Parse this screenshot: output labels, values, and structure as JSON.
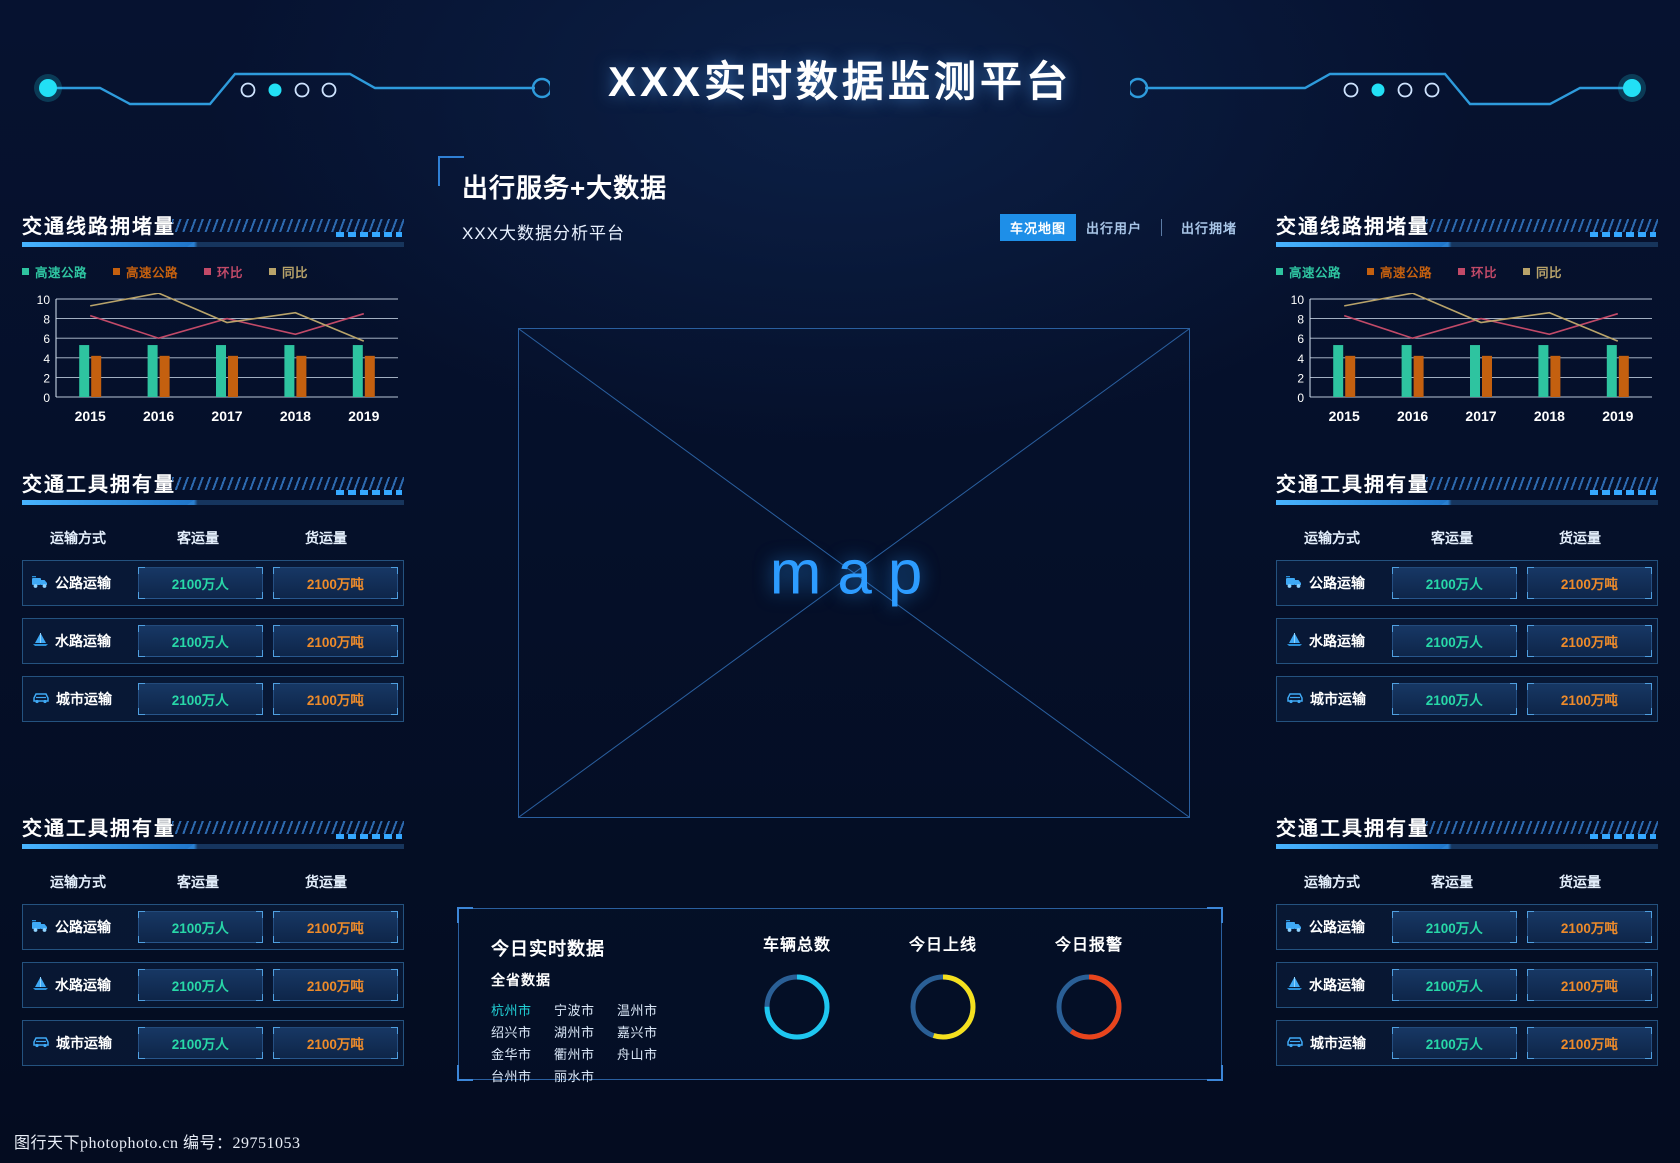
{
  "header": {
    "title": "XXX实时数据监测平台",
    "deco_left_icon": "circuit-line-decoration",
    "deco_right_icon": "circuit-line-decoration"
  },
  "subtitle": {
    "main": "出行服务+大数据",
    "secondary": "XXX大数据分析平台"
  },
  "nav": {
    "items": [
      {
        "label": "车况地图",
        "active": true
      },
      {
        "label": "出行用户",
        "active": false
      },
      {
        "label": "出行拥堵",
        "active": false
      }
    ]
  },
  "colors": {
    "accent_blue": "#1e8fe8",
    "line_border": "#2a5f9f",
    "series_green": "#2ec4a0",
    "series_orange": "#c4600f",
    "series_pink": "#c24a68",
    "series_khaki": "#b8a36a",
    "value_teal": "#28d8a8",
    "value_orange": "#ee8b2a",
    "highlight_city": "#22d3d8",
    "gauge_cyan": "#1ec7f0",
    "gauge_yellow": "#f5e01e",
    "gauge_red": "#e8441c",
    "gauge_track": "#2a5f96"
  },
  "congestion_panel": {
    "title": "交通线路拥堵量",
    "legend": [
      {
        "label": "高速公路",
        "color": "#2ec4a0"
      },
      {
        "label": "高速公路",
        "color": "#c4600f"
      },
      {
        "label": "环比",
        "color": "#c24a68"
      },
      {
        "label": "同比",
        "color": "#b8a36a"
      }
    ]
  },
  "chart_data": {
    "type": "bar",
    "title": "交通线路拥堵量",
    "categories": [
      "2015",
      "2016",
      "2017",
      "2018",
      "2019"
    ],
    "xlabel": "",
    "ylabel": "",
    "ylim": [
      0,
      10
    ],
    "yticks": [
      0,
      2,
      4,
      6,
      8,
      10
    ],
    "grid": true,
    "legend_position": "top-left",
    "series": [
      {
        "name": "高速公路",
        "type": "bar",
        "color": "#2ec4a0",
        "values": [
          5.3,
          5.3,
          5.3,
          5.3,
          5.3
        ]
      },
      {
        "name": "高速公路",
        "type": "bar",
        "color": "#c4600f",
        "values": [
          4.2,
          4.2,
          4.2,
          4.2,
          4.2
        ]
      },
      {
        "name": "环比",
        "type": "line",
        "color": "#c24a68",
        "values": [
          8.3,
          6.0,
          8.0,
          6.4,
          8.5
        ]
      },
      {
        "name": "同比",
        "type": "line",
        "color": "#b8a36a",
        "values": [
          9.3,
          10.6,
          7.6,
          8.6,
          5.7
        ]
      }
    ]
  },
  "vehicle_panel": {
    "title": "交通工具拥有量",
    "columns": [
      "运输方式",
      "客运量",
      "货运量"
    ],
    "rows": [
      {
        "icon": "truck-icon",
        "mode": "公路运输",
        "passenger": "2100万人",
        "freight": "2100万吨"
      },
      {
        "icon": "sailboat-icon",
        "mode": "水路运输",
        "passenger": "2100万人",
        "freight": "2100万吨"
      },
      {
        "icon": "car-icon",
        "mode": "城市运输",
        "passenger": "2100万人",
        "freight": "2100万吨"
      }
    ]
  },
  "map": {
    "placeholder_label": "map"
  },
  "realtime": {
    "title": "今日实时数据",
    "subtitle": "全省数据",
    "cities": [
      {
        "name": "杭州市",
        "highlight": true
      },
      {
        "name": "宁波市",
        "highlight": false
      },
      {
        "name": "温州市",
        "highlight": false
      },
      {
        "name": "绍兴市",
        "highlight": false
      },
      {
        "name": "湖州市",
        "highlight": false
      },
      {
        "name": "嘉兴市",
        "highlight": false
      },
      {
        "name": "金华市",
        "highlight": false
      },
      {
        "name": "衢州市",
        "highlight": false
      },
      {
        "name": "舟山市",
        "highlight": false
      },
      {
        "name": "台州市",
        "highlight": false
      },
      {
        "name": "丽水市",
        "highlight": false
      }
    ],
    "gauges": [
      {
        "label": "车辆总数",
        "percent": 75,
        "color": "#1ec7f0"
      },
      {
        "label": "今日上线",
        "percent": 55,
        "color": "#f5e01e"
      },
      {
        "label": "今日报警",
        "percent": 60,
        "color": "#e8441c"
      }
    ]
  },
  "watermark": "图行天下photophoto.cn  编号：29751053"
}
